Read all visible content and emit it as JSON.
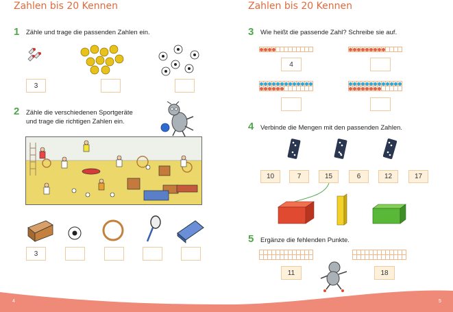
{
  "left_page": {
    "title": "Zahlen bis 20 Kennen",
    "page_number": "4",
    "task1": {
      "number": "1",
      "text": "Zähle und trage die passenden Zahlen ein.",
      "answers": [
        "3",
        "",
        ""
      ]
    },
    "task2": {
      "number": "2",
      "text_line1": "Zähle die verschiedenen Sportgeräte",
      "text_line2": "und trage die richtigen Zahlen ein.",
      "answers": [
        "3",
        "",
        "",
        "",
        ""
      ]
    }
  },
  "right_page": {
    "title": "Zahlen bis 20 Kennen",
    "page_number": "5",
    "task3": {
      "number": "3",
      "text": "Wie heißt die passende Zahl? Schreibe sie auf.",
      "answers": [
        "4",
        "",
        "",
        ""
      ]
    },
    "task4": {
      "number": "4",
      "text": "Verbinde die Mengen mit den passenden Zahlen.",
      "numbers": [
        "10",
        "7",
        "15",
        "6",
        "12",
        "17"
      ]
    },
    "task5": {
      "number": "5",
      "text": "Ergänze die fehlenden Punkte.",
      "numbers": [
        "11",
        "18"
      ]
    }
  },
  "colors": {
    "title": "#e2693a",
    "task_number": "#4fa64a",
    "box_border": "#f1cba0",
    "wave": "#f08a78"
  }
}
